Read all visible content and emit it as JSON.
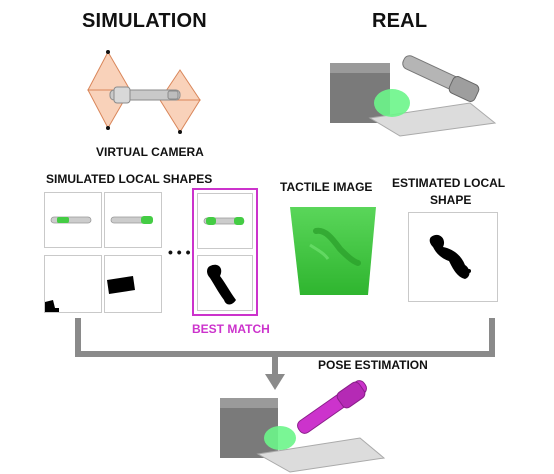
{
  "simulation_title": "SIMULATION",
  "real_title": "REAL",
  "virtual_camera_label": "VIRTUAL CAMERA",
  "simulated_shapes_label": "SIMULATED LOCAL SHAPES",
  "ellipsis": "• • •",
  "tactile_image_label": "TACTILE IMAGE",
  "estimated_shape_label_line1": "ESTIMATED LOCAL",
  "estimated_shape_label_line2": "SHAPE",
  "best_match_label": "BEST MATCH",
  "pose_estimation_label": "POSE ESTIMATION",
  "colors": {
    "best_match": "#cc33cc",
    "arrow": "#888888",
    "camera_cone": "#f2a579",
    "tactile_green": "#3fcf3f",
    "estimated_tool": "#cc33cc"
  }
}
